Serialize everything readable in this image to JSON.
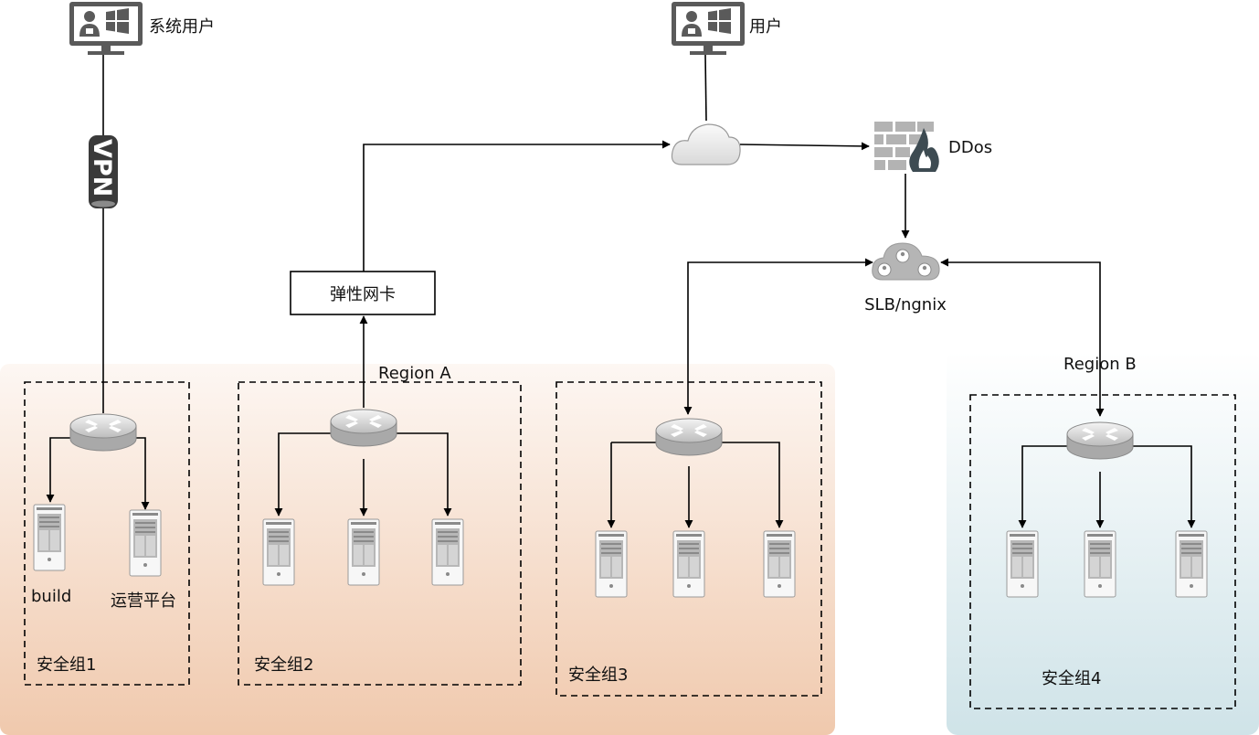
{
  "users": {
    "system_user": "系统用户",
    "user": "用户"
  },
  "network": {
    "vpn_label": "VPN",
    "eni_label": "弹性网卡",
    "ddos_label": "DDos",
    "slb_label": "SLB/ngnix"
  },
  "regions": {
    "a": "Region A",
    "b": "Region B"
  },
  "groups": {
    "g1": "安全组1",
    "g2": "安全组2",
    "g3": "安全组3",
    "g4": "安全组4"
  },
  "servers": {
    "build": "build",
    "ops": "运营平台"
  },
  "colors": {
    "region_a_top": "#fdf7f3",
    "region_a_bottom": "#f0c9ad",
    "region_b_top": "#ffffff",
    "region_b_bottom": "#cfe3e8",
    "line": "#000000"
  }
}
